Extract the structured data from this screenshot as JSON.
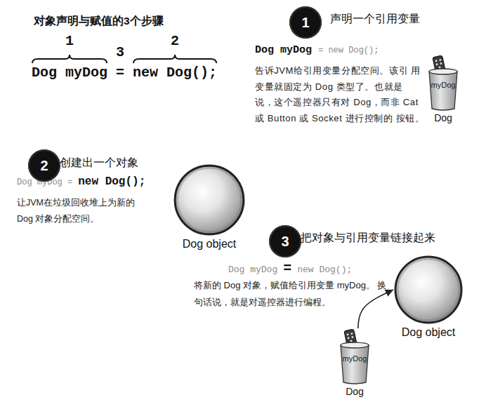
{
  "diagram": {
    "title": "对象声明与赋值的3个步骤",
    "nodes": [
      {
        "text": [
          "1"
        ]
      },
      {
        "text": [
          "myDog",
          "Dog"
        ]
      },
      {
        "text": [
          "2"
        ]
      },
      {
        "text": [
          "Dog object"
        ]
      },
      {
        "text": [
          "3"
        ]
      },
      {
        "text": [
          "Dog object"
        ]
      },
      {
        "text": [
          "myDog",
          "Dog"
        ]
      }
    ],
    "edges": [
      {
        "from": 6,
        "to": 5,
        "arrow": "to"
      }
    ],
    "labels": [
      "1",
      "3",
      "2",
      "Dog myDog",
      "=",
      "new Dog();",
      "声明一个引用变量",
      "Dog myDog",
      "= new Dog();",
      "告诉JVM给引用变量分配空间。该引 用变量就固定为 Dog 类型了。也就是 说，这个遥控器只有对 Dog，而非 Cat 或 Button 或 Socket 进行控制的 按钮。",
      "创建出一个对象",
      "Dog myDog =",
      "new Dog();",
      "让JVM在垃圾回收堆上为新的 Dog 对象分配空间。",
      "把对象与引用变量链接起来",
      "Dog myDog",
      "=",
      "new Dog();",
      "将新的 Dog 对象，赋值给引用变量 myDog。 换句话说，就是对遥控器进行编程。"
    ]
  }
}
